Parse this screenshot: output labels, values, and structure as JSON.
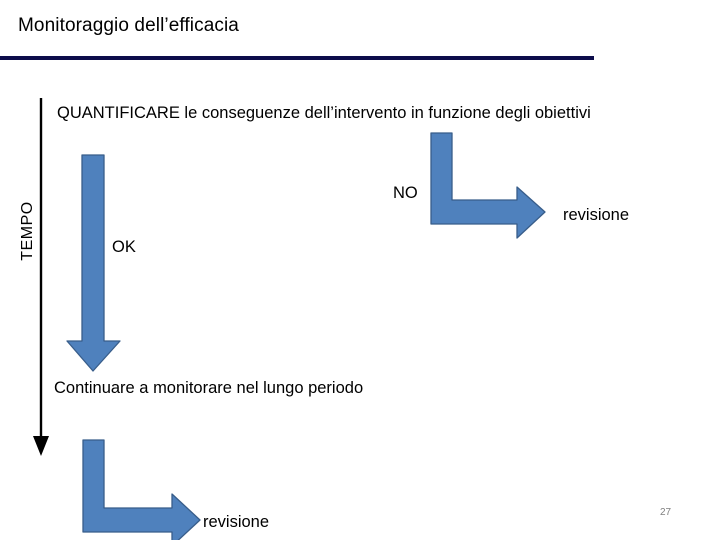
{
  "slide": {
    "title": "Monitoraggio dell’efficacia",
    "page_number": "27",
    "rule_color": "#0D0D4B",
    "accent_color": "#4F81BD",
    "accent_border_color": "#385D8A",
    "axis_color": "#000000",
    "page_number_color": "#808080"
  },
  "body": {
    "quantificare": "QUANTIFICARE le conseguenze dell’intervento in funzione degli obiettivi",
    "continuare": "Continuare a monitorare nel lungo periodo"
  },
  "labels": {
    "tempo": "TEMPO",
    "no": "NO",
    "ok": "OK",
    "revisione_top": "revisione",
    "revisione_bottom": "revisione"
  },
  "icons": {
    "time_axis": "down-arrow-icon",
    "main_flow": "thick-down-arrow-icon",
    "no_branch": "bent-right-arrow-icon",
    "loop_branch": "bent-right-arrow-icon"
  }
}
